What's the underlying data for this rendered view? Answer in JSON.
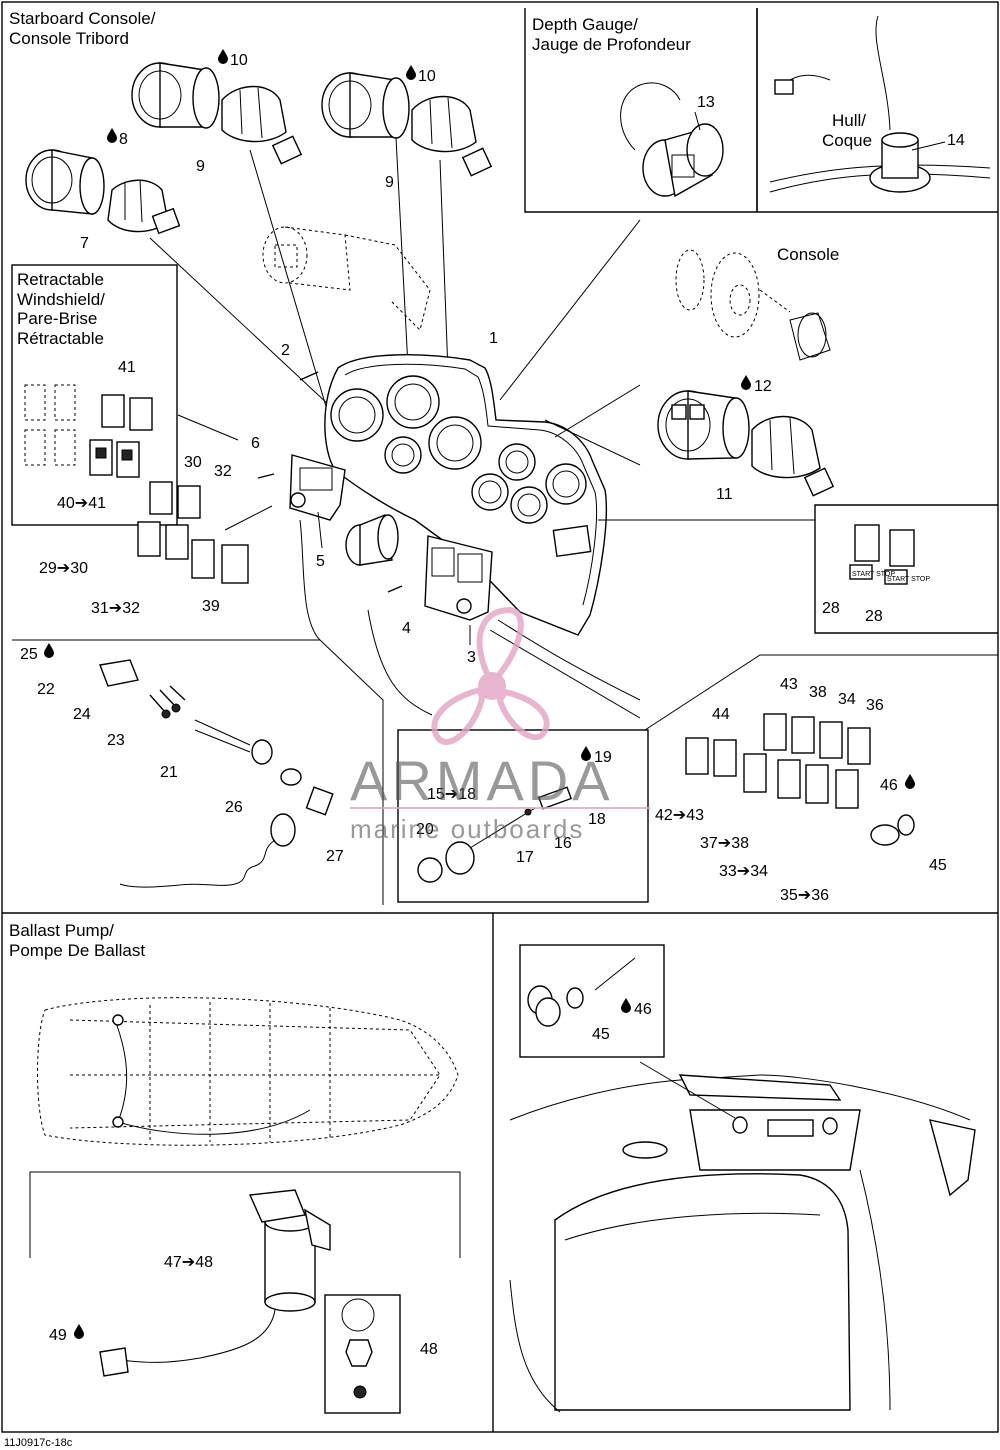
{
  "sections": {
    "starboard_console": "Starboard Console/",
    "starboard_console_fr": "Console Tribord",
    "depth_gauge": "Depth Gauge/",
    "depth_gauge_fr": "Jauge de Profondeur",
    "hull": "Hull/",
    "hull_fr": "Coque",
    "console": "Console",
    "windshield_1": "Retractable",
    "windshield_2": "Windshield/",
    "windshield_3": "Pare-Brise",
    "windshield_4": "Rétractable",
    "ballast_pump": "Ballast Pump/",
    "ballast_pump_fr": "Pompe De Ballast"
  },
  "callouts": {
    "c1": "1",
    "c2": "2",
    "c3": "3",
    "c4": "4",
    "c5": "5",
    "c6": "6",
    "c7": "7",
    "c8": "8",
    "c9a": "9",
    "c9b": "9",
    "c10a": "10",
    "c10b": "10",
    "c11": "11",
    "c12": "12",
    "c13": "13",
    "c14": "14",
    "c15_18": "15➔18",
    "c16": "16",
    "c17": "17",
    "c18": "18",
    "c19": "19",
    "c20": "20",
    "c21": "21",
    "c22": "22",
    "c23": "23",
    "c24": "24",
    "c25": "25",
    "c26": "26",
    "c27": "27",
    "c28a": "28",
    "c28b": "28",
    "c29_30": "29➔30",
    "c30": "30",
    "c31_32": "31➔32",
    "c32": "32",
    "c33_34": "33➔34",
    "c34": "34",
    "c35_36": "35➔36",
    "c36": "36",
    "c37_38": "37➔38",
    "c38": "38",
    "c39": "39",
    "c40_41": "40➔41",
    "c41": "41",
    "c42_43": "42➔43",
    "c43": "43",
    "c44": "44",
    "c45a": "45",
    "c45b": "45",
    "c46a": "46",
    "c46b": "46",
    "c47_48": "47➔48",
    "c48": "48",
    "c49": "49"
  },
  "switch_labels": {
    "start_stop_a": "START STOP",
    "start_stop_b": "START STOP"
  },
  "watermark": {
    "brand": "ARMADA",
    "tagline": "marine outboards"
  },
  "footer": {
    "code": "11J0917c-18c"
  }
}
